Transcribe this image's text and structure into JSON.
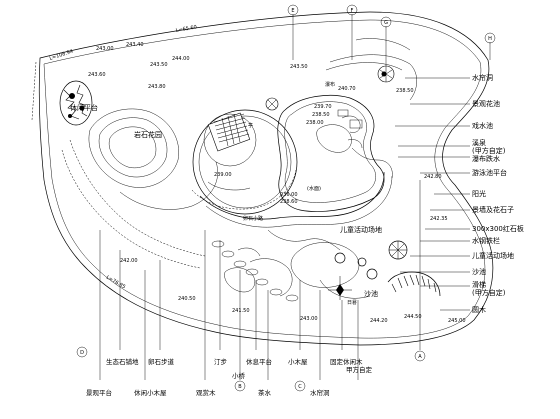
{
  "right_labels": [
    "水帘洞",
    "景观花池",
    "戏水池",
    "溪泉",
    "(甲方自定)",
    "瀑布跌水",
    "游泳池平台",
    "阳光",
    "景墙及花石子",
    "300x300红石板",
    "水钢铁栏",
    "儿童活动场地",
    "沙池",
    "滑梯",
    "(甲方自定)",
    "圆木"
  ],
  "bottom_labels": [
    "景观平台",
    "生态石铺地",
    "休闲小木屋",
    "卵石步道",
    "观赏木",
    "汀步",
    "小桥",
    "休息平台",
    "茶水",
    "小木屋",
    "水帘洞",
    "固定休闲木",
    "甲方自定"
  ],
  "plan_labels": {
    "wood_platform": "休闲平台",
    "rock_garden": "岩石花园",
    "pool_water": "(水面)",
    "kids_zone": "儿童活动场地",
    "sand_pit": "沙池",
    "waterfall": "瀑布",
    "pavilion": "亭",
    "path": "卵石小路",
    "sundial": "日晷"
  },
  "tags": {
    "t1": "E",
    "t2": "F",
    "t3": "G",
    "t4": "H",
    "t5": "A",
    "t6": "B",
    "t7": "C",
    "t8": "D"
  },
  "elevations": [
    "243.00",
    "243.40",
    "243.50",
    "244.00",
    "243.60",
    "243.80",
    "240.70",
    "239.70",
    "238.50",
    "238.00",
    "236.00",
    "238.60",
    "242.80",
    "242.35",
    "243.50",
    "245.00",
    "244.50",
    "244.20",
    "243.00",
    "241.50",
    "240.50",
    "239.00",
    "238.50",
    "242.00",
    "L=108.94",
    "L=65.60",
    "L=76.85"
  ]
}
